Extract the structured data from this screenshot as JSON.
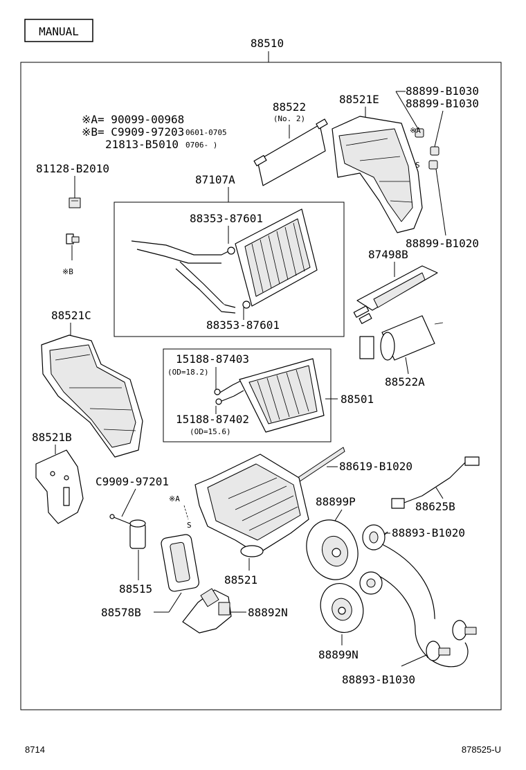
{
  "header": {
    "badge": "MANUAL",
    "assembly": "88510"
  },
  "notes": {
    "a": "※A= 90099-00968",
    "b": "※B= C9909-97203",
    "b_range": "0601-0705",
    "c": "21813-B5010",
    "c_range": "0706-    )"
  },
  "parts": {
    "p81128": "81128-B2010",
    "pmarkB": "※B",
    "p88522": "88522",
    "p88522_sub": "(No. 2)",
    "p88521E": "88521E",
    "p88899_b1030_1": "88899-B1030",
    "p88899_b1030_2": "88899-B1030",
    "pmarkA_top": "※A",
    "p88899_b1020": "88899-B1020",
    "p87107A": "87107A",
    "p88353_top": "88353-87601",
    "p88353_bot": "88353-87601",
    "p87498B": "87498B",
    "p88521C": "88521C",
    "p15188_403": "15188-87403",
    "p15188_403_od": "(OD=18.2)",
    "p88501": "88501",
    "p15188_402": "15188-87402",
    "p15188_402_od": "(OD=15.6)",
    "p88522A": "88522A",
    "p88521B": "88521B",
    "p88619": "88619-B1020",
    "pC9909": "C9909-97201",
    "pmarkA_mid": "※A",
    "p88899P": "88899P",
    "p88625B": "88625B",
    "p88893_b1020": "88893-B1020",
    "p88515": "88515",
    "p88521": "88521",
    "p88578B": "88578B",
    "p88892N": "88892N",
    "p88899N": "88899N",
    "p88893_b1030": "88893-B1030"
  },
  "footer": {
    "left": "8714",
    "right": "878525-U"
  }
}
